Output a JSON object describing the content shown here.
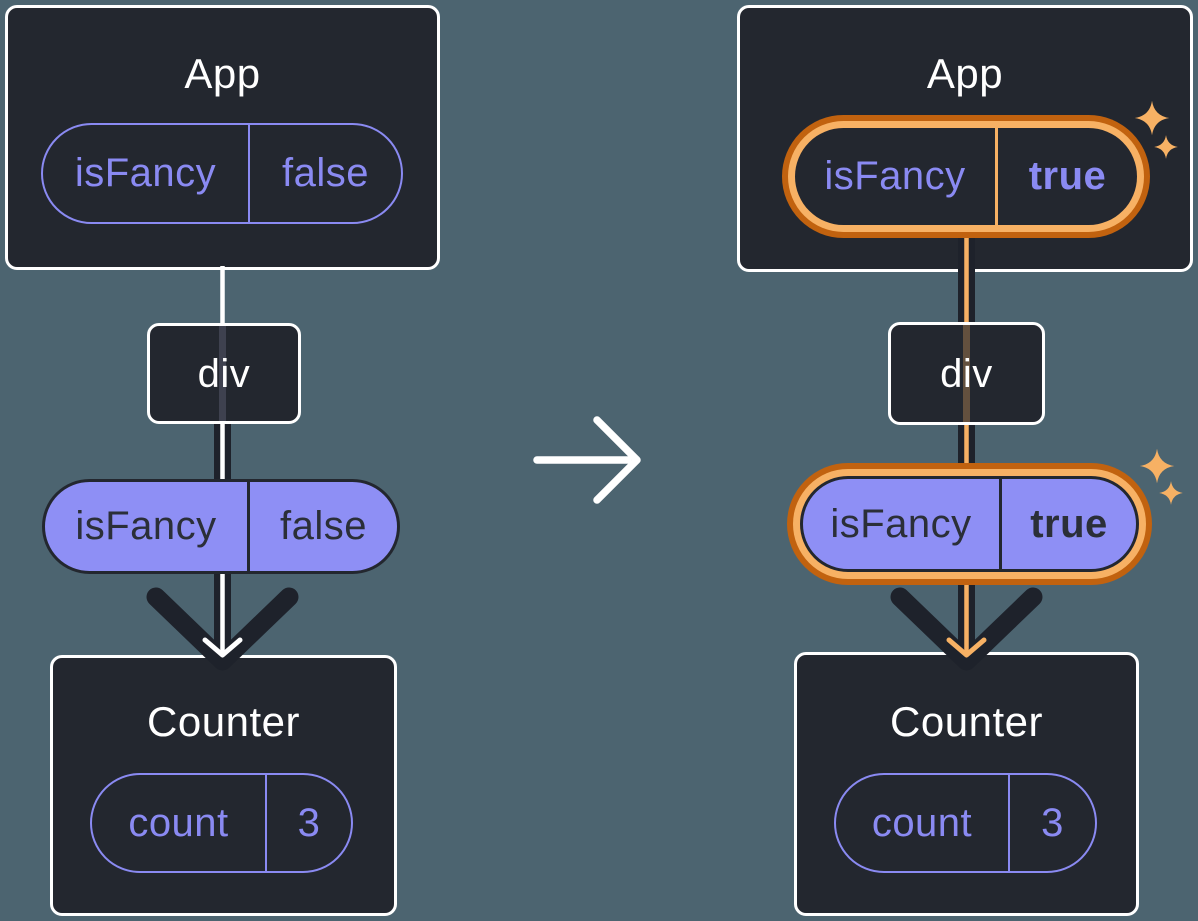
{
  "left": {
    "app": {
      "title": "App",
      "prop_name": "isFancy",
      "prop_value": "false"
    },
    "div_label": "div",
    "passed_prop_name": "isFancy",
    "passed_prop_value": "false",
    "counter": {
      "title": "Counter",
      "state_name": "count",
      "state_value": "3"
    }
  },
  "right": {
    "app": {
      "title": "App",
      "prop_name": "isFancy",
      "prop_value": "true"
    },
    "div_label": "div",
    "passed_prop_name": "isFancy",
    "passed_prop_value": "true",
    "counter": {
      "title": "Counter",
      "state_name": "count",
      "state_value": "3"
    }
  },
  "icons": {
    "transition_arrow": "right-arrow",
    "sparkle": "four-point-star",
    "flow_arrow": "down-arrow"
  },
  "colors": {
    "background": "#4C6470",
    "panel": "#23272F",
    "panel_border": "#FFFFFF",
    "purple": "#8A8AF2",
    "purple_fill": "#8E8FF5",
    "dark_text": "#2B2F38",
    "arrow_dark": "#1E222B",
    "highlight_orange": "#C1620F",
    "highlight_orange_light": "#F7B164",
    "white": "#FFFFFF"
  }
}
